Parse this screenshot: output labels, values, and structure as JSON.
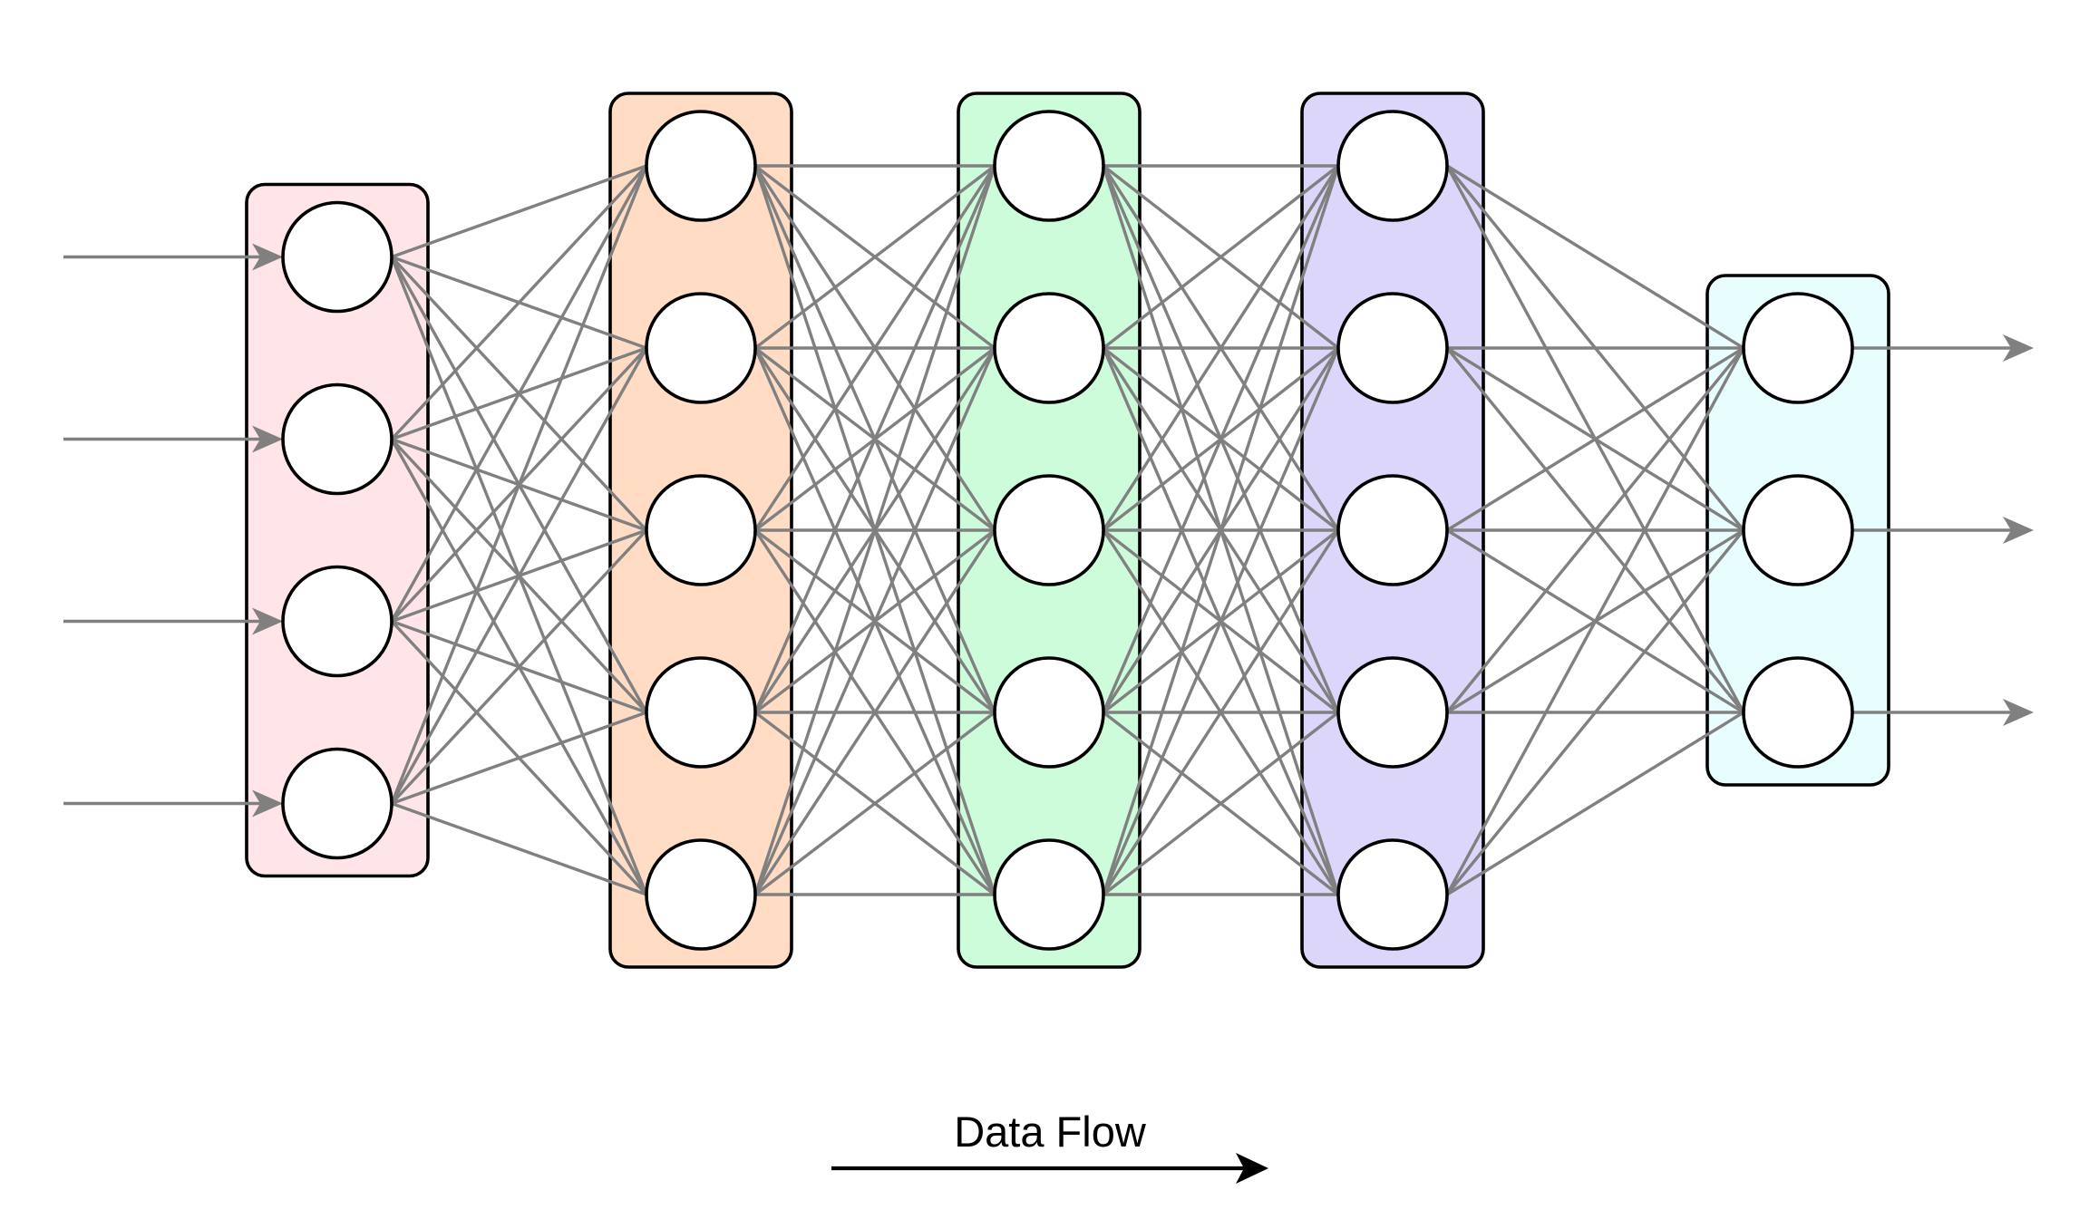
{
  "diagram": {
    "type": "feedforward-neural-network",
    "flow_label": "Data Flow",
    "connection_color": "#808080",
    "outline_color": "#000000",
    "neuron_fill": "#ffffff",
    "layers": [
      {
        "role": "input",
        "neurons": 4,
        "fill": "#ffe5e8"
      },
      {
        "role": "hidden",
        "neurons": 5,
        "fill": "#ffdcc3"
      },
      {
        "role": "hidden",
        "neurons": 5,
        "fill": "#ccfcd9"
      },
      {
        "role": "hidden",
        "neurons": 5,
        "fill": "#dcd6fb"
      },
      {
        "role": "output",
        "neurons": 3,
        "fill": "#e8fdfd"
      }
    ],
    "connectivity": "fully-connected",
    "inputs": 4,
    "outputs": 3
  }
}
